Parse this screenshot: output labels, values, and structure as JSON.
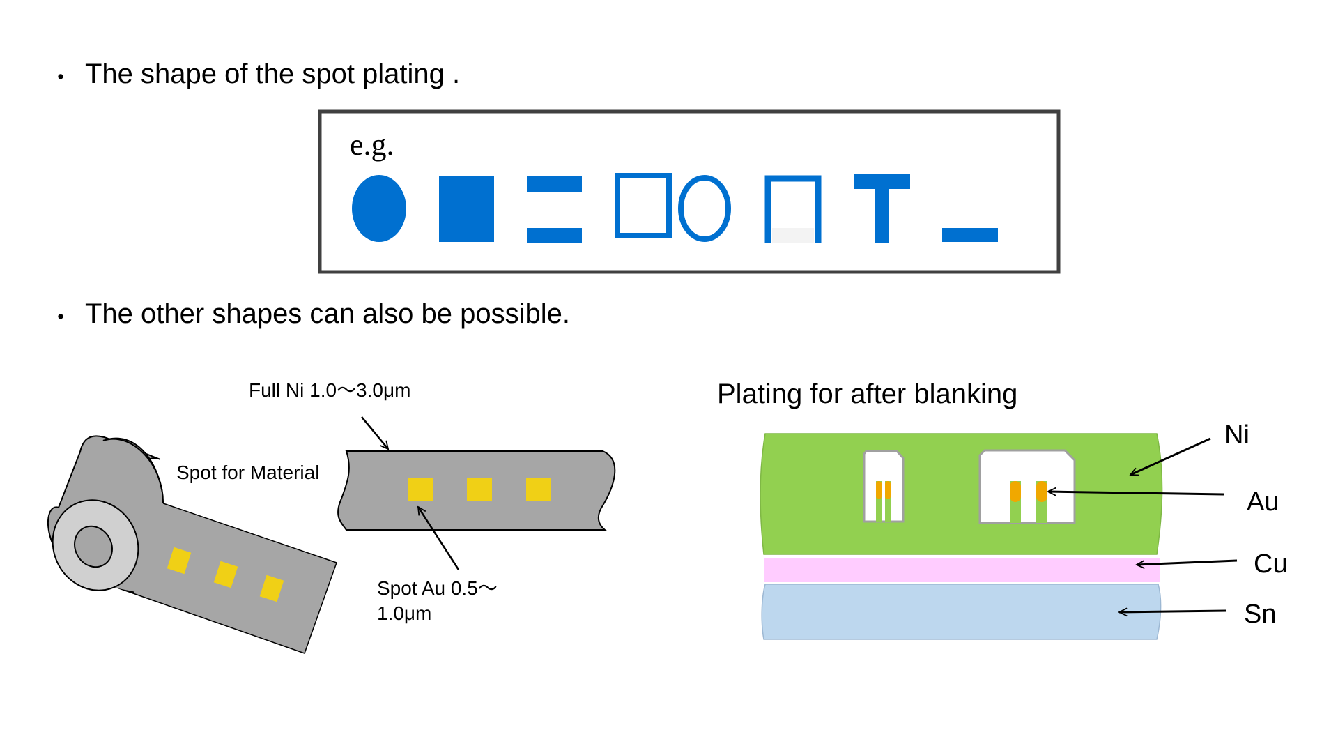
{
  "bullets": [
    {
      "marker": "・",
      "text": "The shape of the spot plating ."
    },
    {
      "marker": "・",
      "text": "The other shapes can also be possible."
    }
  ],
  "shapes_box": {
    "label": "e.g.",
    "shape_color": "#0070D0",
    "shapes": [
      "filled-ellipse",
      "filled-square",
      "two-bars",
      "hollow-square",
      "hollow-ellipse",
      "hollow-arch",
      "t-shape",
      "underline-bar"
    ]
  },
  "reel_diagram": {
    "full_ni_label": "Full Ni 1.0～3.0μm",
    "spot_material_label": "Spot for Material",
    "spot_au_label_line1": "Spot Au 0.5～",
    "spot_au_label_line2": "1.0μm",
    "strip_color": "#A6A6A6",
    "spot_color": "#F0D016"
  },
  "plating_diagram": {
    "title": "Plating for after blanking",
    "layers": [
      {
        "label": "Ni",
        "color": "#92D050"
      },
      {
        "label": "Au",
        "color": "#F0A800"
      },
      {
        "label": "Cu",
        "color": "#FFCCFF"
      },
      {
        "label": "Sn",
        "color": "#BDD7EE"
      }
    ]
  }
}
